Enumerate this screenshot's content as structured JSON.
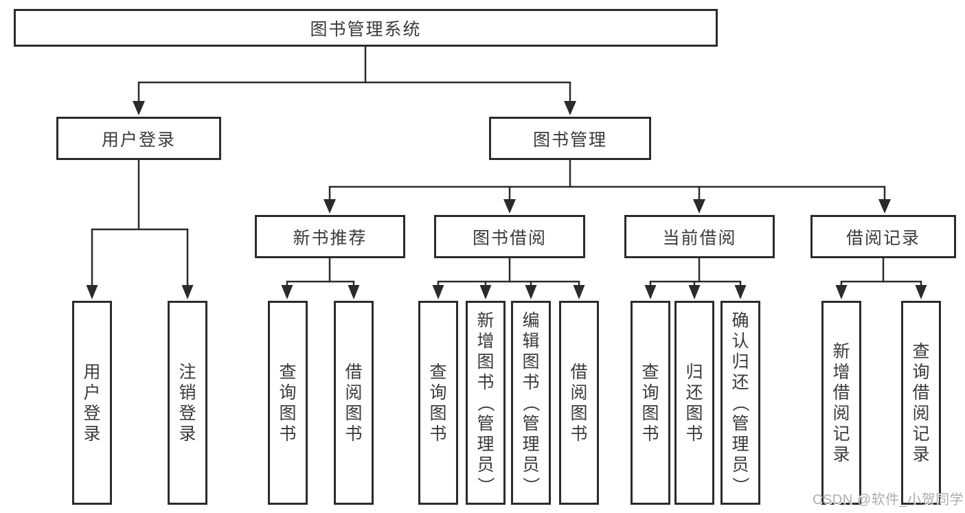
{
  "diagram_title": "图书管理系统",
  "tree": {
    "label": "图书管理系统",
    "children": [
      {
        "label": "用户登录",
        "children": [
          {
            "label": "用户登录"
          },
          {
            "label": "注销登录"
          }
        ]
      },
      {
        "label": "图书管理",
        "children": [
          {
            "label": "新书推荐",
            "children": [
              {
                "label": "查询图书"
              },
              {
                "label": "借阅图书"
              }
            ]
          },
          {
            "label": "图书借阅",
            "children": [
              {
                "label": "查询图书"
              },
              {
                "label": "新增图书（管理员）"
              },
              {
                "label": "编辑图书（管理员）"
              },
              {
                "label": "借阅图书"
              }
            ]
          },
          {
            "label": "当前借阅",
            "children": [
              {
                "label": "查询图书"
              },
              {
                "label": "归还图书"
              },
              {
                "label": "确认归还（管理员）"
              }
            ]
          },
          {
            "label": "借阅记录",
            "children": [
              {
                "label": "新增借阅记录"
              },
              {
                "label": "查询借阅记录"
              }
            ]
          }
        ]
      }
    ]
  },
  "watermark": "CSDN @软件_小贺同学",
  "colors": {
    "stroke": "#2b2b2b",
    "text": "#3a3a3a",
    "background": "#ffffff",
    "watermark": "#a9adb4"
  }
}
